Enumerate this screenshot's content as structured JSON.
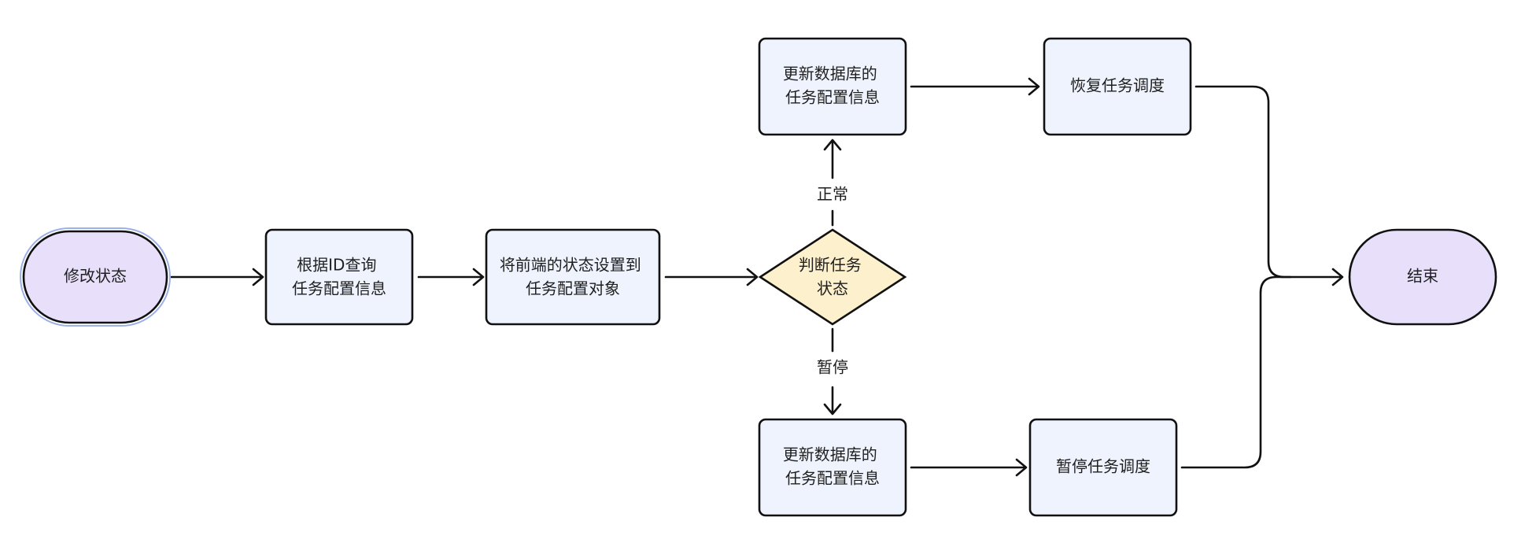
{
  "colors": {
    "terminal_fill": "#e8e0fb",
    "terminal_stroke": "#111111",
    "start_outline": "#9bb0e6",
    "process_fill": "#eef3fd",
    "process_stroke": "#111111",
    "decision_fill": "#fdf0cd",
    "decision_stroke": "#111111",
    "edge": "#111111"
  },
  "nodes": {
    "start": {
      "lines": [
        "修改状态"
      ]
    },
    "query": {
      "lines": [
        "根据ID查询",
        "任务配置信息"
      ]
    },
    "set_state": {
      "lines": [
        "将前端的状态设置到",
        "任务配置对象"
      ]
    },
    "decision": {
      "lines": [
        "判断任务",
        "状态"
      ]
    },
    "update_top": {
      "lines": [
        "更新数据库的",
        "任务配置信息"
      ]
    },
    "resume": {
      "lines": [
        "恢复任务调度"
      ]
    },
    "update_bottom": {
      "lines": [
        "更新数据库的",
        "任务配置信息"
      ]
    },
    "pause": {
      "lines": [
        "暂停任务调度"
      ]
    },
    "end": {
      "lines": [
        "结束"
      ]
    }
  },
  "edge_labels": {
    "normal": "正常",
    "paused": "暂停"
  }
}
